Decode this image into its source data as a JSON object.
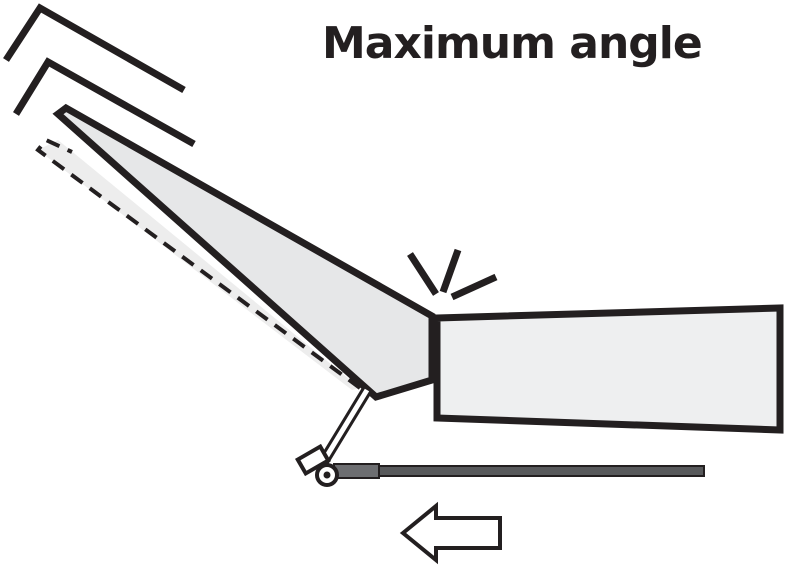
{
  "diagram": {
    "title": "Maximum angle",
    "colors": {
      "stroke": "#231f20",
      "lid_fill": "#e6e7e8",
      "base_fill": "#eeeff0",
      "ghost_fill": "#ededed",
      "background": "#ffffff"
    },
    "parts": [
      "motion-lines",
      "previous-position-outline",
      "tilted-lid",
      "fixed-base",
      "impact-lines",
      "linkage-arm",
      "pivot-joint",
      "push-rod",
      "direction-arrow"
    ],
    "arrow_direction": "left"
  }
}
